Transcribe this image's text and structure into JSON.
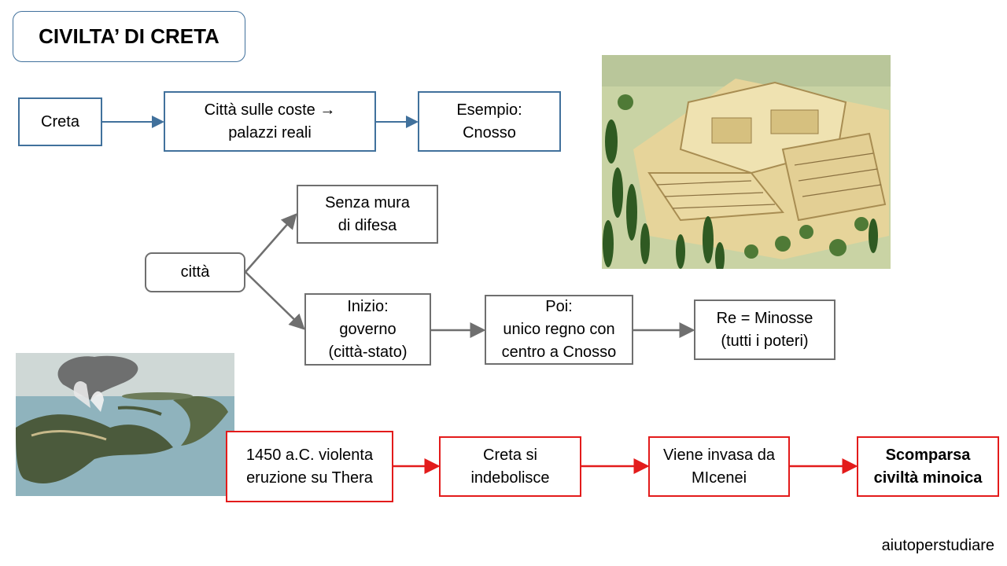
{
  "title": "CIVILTA’ DI CRETA",
  "row1": {
    "creta": "Creta",
    "citta_coste": "Città sulle coste →\npalazzi reali",
    "esempio": "Esempio:\nCnosso"
  },
  "branch": {
    "citta": "città",
    "senza_mura": "Senza mura\ndi difesa",
    "inizio": "Inizio:\ngoverno\n(città-stato)",
    "poi": "Poi:\nunico regno con\ncentro a Cnosso",
    "re": "Re = Minosse\n(tutti i poteri)"
  },
  "row3": {
    "eruzione": "1450 a.C. violenta\neruzione su Thera",
    "indebolisce": "Creta si\nindebolisce",
    "invasa": "Viene invasa da\nMIcenei",
    "scomparsa": "Scomparsa\nciviltà minoica"
  },
  "images": {
    "palace": "palace-illustration",
    "volcano": "thera-eruption-illustration"
  },
  "credit": "aiutoperstudiare",
  "colors": {
    "blue": "#41719c",
    "gray": "#6f6f6f",
    "red": "#e31b1b"
  }
}
